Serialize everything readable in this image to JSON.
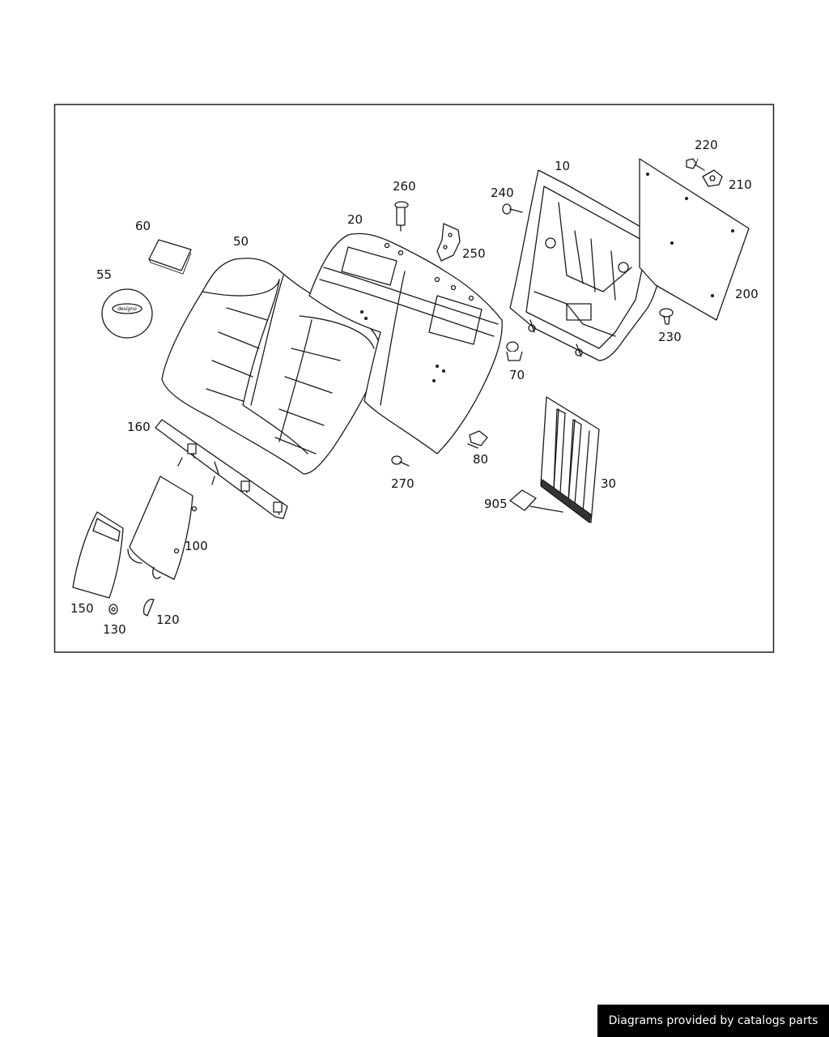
{
  "diagram": {
    "callouts": [
      {
        "id": "c10",
        "text": "10"
      },
      {
        "id": "c20",
        "text": "20"
      },
      {
        "id": "c30",
        "text": "30"
      },
      {
        "id": "c50",
        "text": "50"
      },
      {
        "id": "c55",
        "text": "55"
      },
      {
        "id": "c60",
        "text": "60"
      },
      {
        "id": "c70",
        "text": "70"
      },
      {
        "id": "c80",
        "text": "80"
      },
      {
        "id": "c100",
        "text": "100"
      },
      {
        "id": "c120",
        "text": "120"
      },
      {
        "id": "c130",
        "text": "130"
      },
      {
        "id": "c150",
        "text": "150"
      },
      {
        "id": "c160",
        "text": "160"
      },
      {
        "id": "c200",
        "text": "200"
      },
      {
        "id": "c210",
        "text": "210"
      },
      {
        "id": "c220",
        "text": "220"
      },
      {
        "id": "c230",
        "text": "230"
      },
      {
        "id": "c240",
        "text": "240"
      },
      {
        "id": "c250",
        "text": "250"
      },
      {
        "id": "c260",
        "text": "260"
      },
      {
        "id": "c270",
        "text": "270"
      },
      {
        "id": "c905",
        "text": "905"
      }
    ],
    "badge_text": "designo"
  },
  "footer": {
    "credit": "Diagrams provided by catalogs parts"
  }
}
